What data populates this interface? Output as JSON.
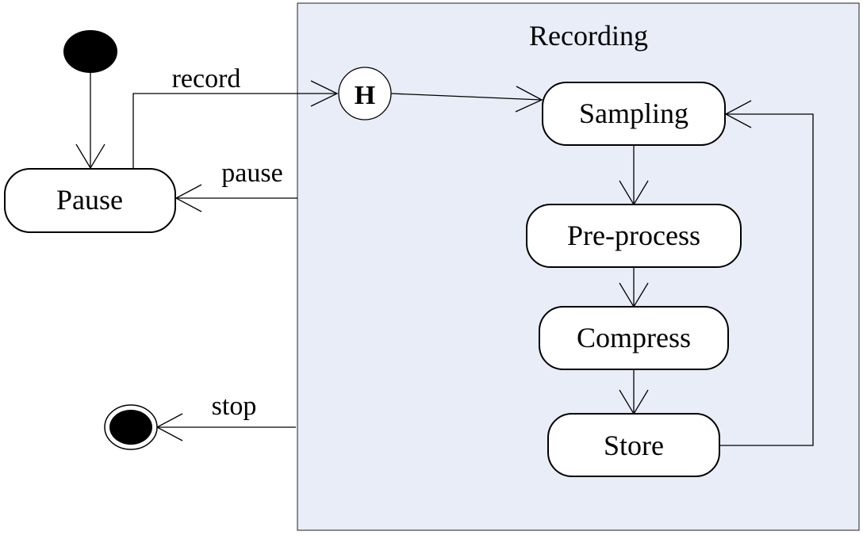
{
  "composite": {
    "title": "Recording",
    "fill": "#e8edf8"
  },
  "history": {
    "label": "H"
  },
  "states": {
    "pause": "Pause",
    "sampling": "Sampling",
    "preprocess": "Pre-process",
    "compress": "Compress",
    "store": "Store"
  },
  "transitions": {
    "record": "record",
    "pause": "pause",
    "stop": "stop"
  }
}
